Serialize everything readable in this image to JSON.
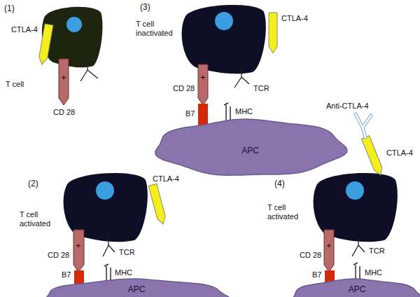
{
  "diagram": {
    "nodes": [
      {
        "text": [
          "APC"
        ]
      },
      {
        "text": [
          "APC"
        ]
      },
      {
        "text": [
          "APC"
        ]
      }
    ],
    "labels": [
      "(1)",
      "CTLA-4",
      "T cell",
      "+",
      "CD 28",
      "(3)",
      "T cell inactivated",
      "CTLA-4",
      "+",
      "CD 28",
      "TCR",
      "B7",
      "MHC",
      "(2)",
      "T cell activated",
      "CTLA-4",
      "+",
      "CD 28",
      "TCR",
      "B7",
      "MHC",
      "(4)",
      "Anti-CTLA-4",
      "CTLA-4",
      "T cell activated",
      "+",
      "CD 28",
      "TCR",
      "B7",
      "MHC"
    ]
  }
}
